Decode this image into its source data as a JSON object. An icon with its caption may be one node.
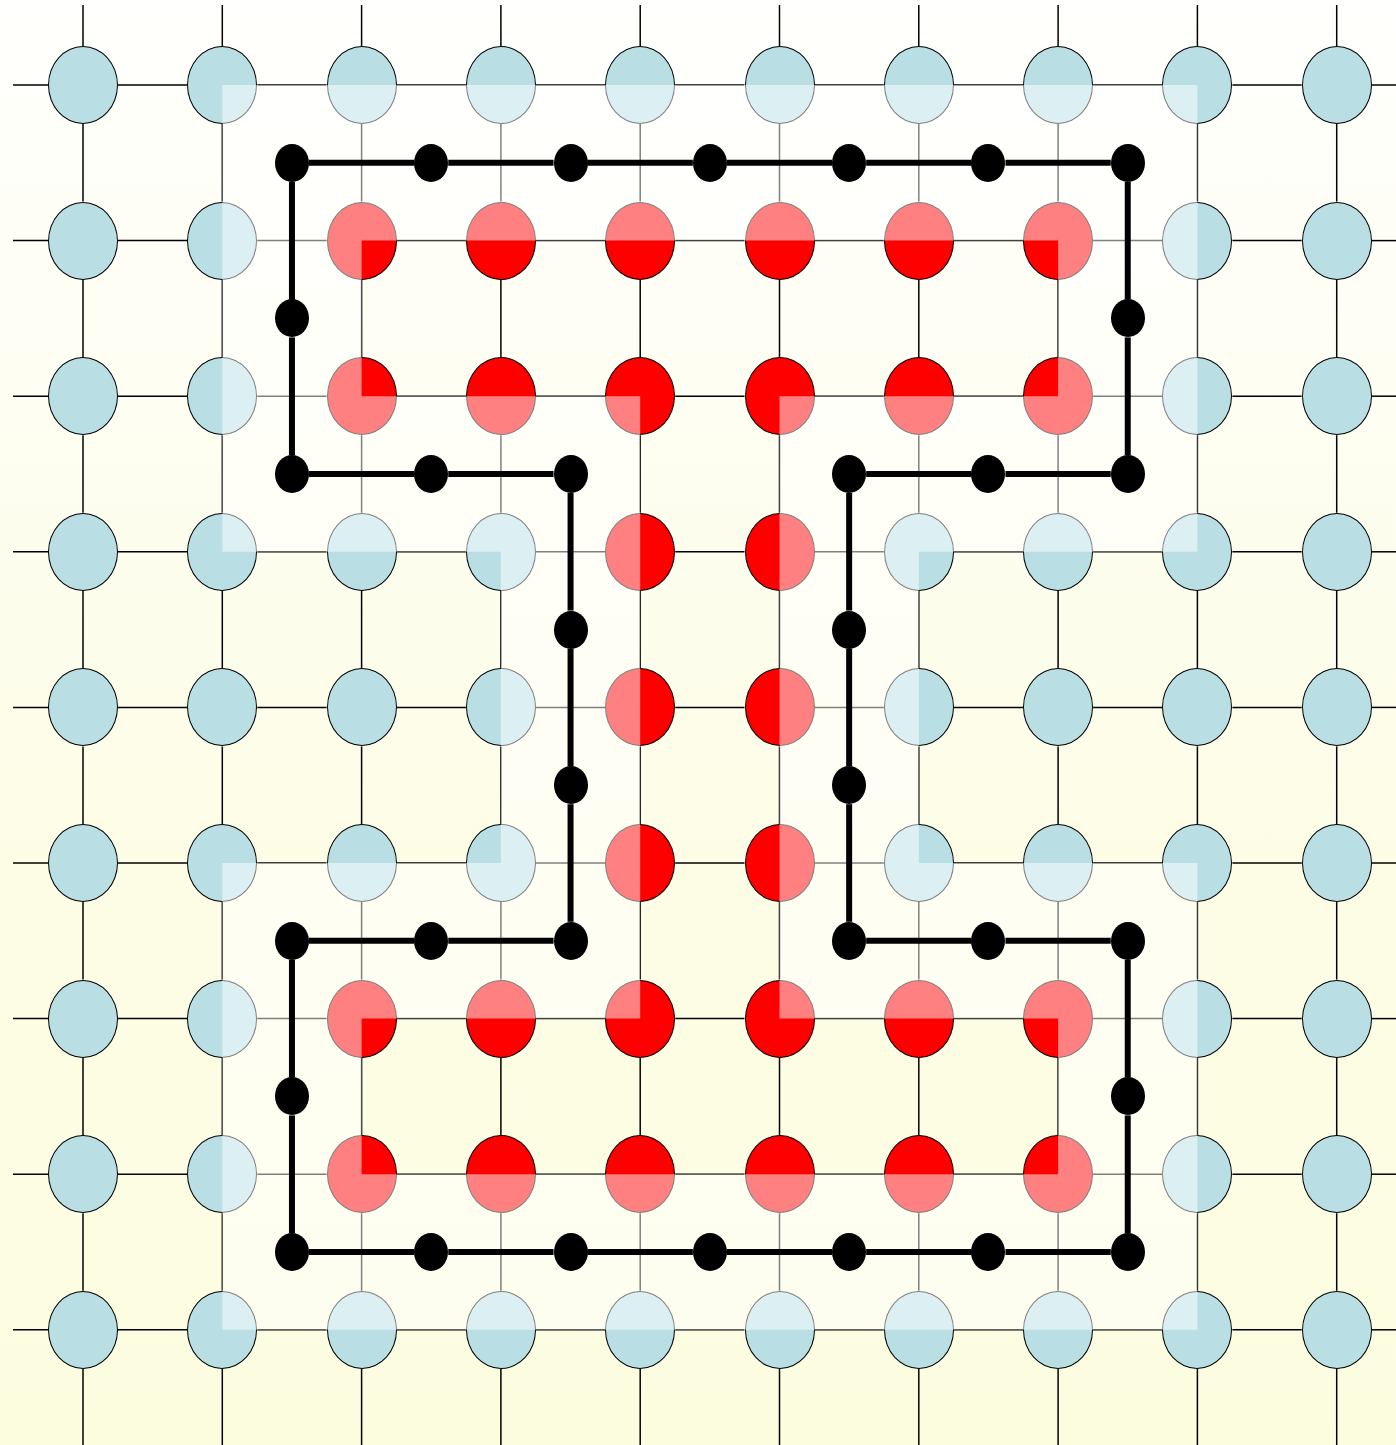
{
  "diagram": {
    "nodes": [
      {
        "text": [],
        "shape": "circle"
      },
      {
        "text": [],
        "shape": "circle"
      },
      {
        "text": [],
        "shape": "circle"
      },
      {
        "text": [],
        "shape": "circle"
      },
      {
        "text": [],
        "shape": "circle"
      },
      {
        "text": [],
        "shape": "circle"
      },
      {
        "text": [],
        "shape": "circle"
      },
      {
        "text": [],
        "shape": "circle"
      },
      {
        "text": [],
        "shape": "circle"
      },
      {
        "text": [],
        "shape": "circle"
      },
      {
        "text": [],
        "shape": "circle"
      },
      {
        "text": [],
        "shape": "circle"
      },
      {
        "text": [],
        "shape": "circle"
      },
      {
        "text": [],
        "shape": "circle"
      },
      {
        "text": [],
        "shape": "circle"
      },
      {
        "text": [],
        "shape": "circle"
      },
      {
        "text": [],
        "shape": "circle"
      },
      {
        "text": [],
        "shape": "circle"
      },
      {
        "text": [],
        "shape": "circle"
      },
      {
        "text": [],
        "shape": "circle"
      },
      {
        "text": [],
        "shape": "circle"
      },
      {
        "text": [],
        "shape": "circle"
      },
      {
        "text": [],
        "shape": "circle"
      },
      {
        "text": [],
        "shape": "circle"
      },
      {
        "text": [],
        "shape": "circle"
      },
      {
        "text": [],
        "shape": "circle"
      },
      {
        "text": [],
        "shape": "circle"
      },
      {
        "text": [],
        "shape": "circle"
      },
      {
        "text": [],
        "shape": "circle"
      },
      {
        "text": [],
        "shape": "circle"
      },
      {
        "text": [],
        "shape": "circle"
      },
      {
        "text": [],
        "shape": "circle"
      },
      {
        "text": [],
        "shape": "circle"
      },
      {
        "text": [],
        "shape": "circle"
      },
      {
        "text": [],
        "shape": "circle"
      },
      {
        "text": [],
        "shape": "circle"
      },
      {
        "text": [],
        "shape": "circle"
      },
      {
        "text": [],
        "shape": "circle"
      },
      {
        "text": [],
        "shape": "circle"
      },
      {
        "text": [],
        "shape": "circle"
      },
      {
        "text": [],
        "shape": "circle"
      },
      {
        "text": [],
        "shape": "circle"
      },
      {
        "text": [],
        "shape": "circle"
      },
      {
        "text": [],
        "shape": "circle"
      },
      {
        "text": [],
        "shape": "circle"
      },
      {
        "text": [],
        "shape": "circle"
      },
      {
        "text": [],
        "shape": "circle"
      },
      {
        "text": [],
        "shape": "circle"
      },
      {
        "text": [],
        "shape": "circle"
      },
      {
        "text": [],
        "shape": "circle"
      },
      {
        "text": [],
        "shape": "circle"
      },
      {
        "text": [],
        "shape": "circle"
      },
      {
        "text": [],
        "shape": "circle"
      },
      {
        "text": [],
        "shape": "circle"
      },
      {
        "text": [],
        "shape": "circle"
      },
      {
        "text": [],
        "shape": "circle"
      },
      {
        "text": [],
        "shape": "circle"
      },
      {
        "text": [],
        "shape": "circle"
      },
      {
        "text": [],
        "shape": "circle"
      },
      {
        "text": [],
        "shape": "circle"
      },
      {
        "text": [],
        "shape": "circle"
      },
      {
        "text": [],
        "shape": "circle"
      },
      {
        "text": [],
        "shape": "circle"
      },
      {
        "text": [],
        "shape": "circle"
      },
      {
        "text": [],
        "shape": "circle"
      },
      {
        "text": [],
        "shape": "circle"
      },
      {
        "text": [],
        "shape": "circle"
      },
      {
        "text": [],
        "shape": "circle"
      },
      {
        "text": [],
        "shape": "circle"
      },
      {
        "text": [],
        "shape": "circle"
      },
      {
        "text": [],
        "shape": "circle"
      },
      {
        "text": [],
        "shape": "circle"
      },
      {
        "text": [],
        "shape": "circle"
      },
      {
        "text": [],
        "shape": "circle"
      },
      {
        "text": [],
        "shape": "circle"
      },
      {
        "text": [],
        "shape": "circle"
      },
      {
        "text": [],
        "shape": "circle"
      },
      {
        "text": [],
        "shape": "circle"
      },
      {
        "text": [],
        "shape": "circle"
      },
      {
        "text": [],
        "shape": "circle"
      },
      {
        "text": [],
        "shape": "circle"
      },
      {
        "text": [],
        "shape": "circle"
      },
      {
        "text": [],
        "shape": "circle"
      },
      {
        "text": [],
        "shape": "circle"
      },
      {
        "text": [],
        "shape": "circle"
      },
      {
        "text": [],
        "shape": "circle"
      },
      {
        "text": [],
        "shape": "circle"
      },
      {
        "text": [],
        "shape": "circle"
      },
      {
        "text": [],
        "shape": "circle"
      },
      {
        "text": [],
        "shape": "circle"
      },
      {
        "text": [],
        "shape": "circle"
      },
      {
        "text": [],
        "shape": "circle"
      },
      {
        "text": [],
        "shape": "circle"
      },
      {
        "text": [],
        "shape": "circle"
      },
      {
        "text": [],
        "shape": "circle"
      },
      {
        "text": [],
        "shape": "circle"
      },
      {
        "text": [],
        "shape": "circle"
      },
      {
        "text": [],
        "shape": "circle"
      },
      {
        "text": [],
        "shape": "circle"
      },
      {
        "text": [],
        "shape": "circle"
      },
      {
        "text": [],
        "shape": "circle"
      },
      {
        "text": [],
        "shape": "circle"
      },
      {
        "text": [],
        "shape": "circle"
      },
      {
        "text": [],
        "shape": "circle"
      },
      {
        "text": [],
        "shape": "circle"
      },
      {
        "text": [],
        "shape": "circle"
      },
      {
        "text": [],
        "shape": "circle"
      },
      {
        "text": [],
        "shape": "circle"
      },
      {
        "text": [],
        "shape": "circle"
      },
      {
        "text": [],
        "shape": "circle"
      },
      {
        "text": [],
        "shape": "circle"
      },
      {
        "text": [],
        "shape": "circle"
      },
      {
        "text": [],
        "shape": "circle"
      },
      {
        "text": [],
        "shape": "circle"
      },
      {
        "text": [],
        "shape": "circle"
      },
      {
        "text": [],
        "shape": "circle"
      },
      {
        "text": [],
        "shape": "circle"
      },
      {
        "text": [],
        "shape": "circle"
      },
      {
        "text": [],
        "shape": "circle"
      },
      {
        "text": [],
        "shape": "circle"
      },
      {
        "text": [],
        "shape": "circle"
      },
      {
        "text": [],
        "shape": "circle"
      },
      {
        "text": [],
        "shape": "circle"
      },
      {
        "text": [],
        "shape": "circle"
      }
    ],
    "edges": [
      {
        "from": null,
        "to": 0,
        "arrow": "none"
      },
      {
        "from": 0,
        "to": 1,
        "arrow": "none"
      },
      {
        "from": 1,
        "to": 2,
        "arrow": "none"
      },
      {
        "from": 2,
        "to": 3,
        "arrow": "none"
      },
      {
        "from": 3,
        "to": 4,
        "arrow": "none"
      },
      {
        "from": 4,
        "to": 5,
        "arrow": "none"
      },
      {
        "from": 5,
        "to": 6,
        "arrow": "none"
      },
      {
        "from": 6,
        "to": 7,
        "arrow": "none"
      },
      {
        "from": 7,
        "to": 8,
        "arrow": "none"
      },
      {
        "from": 8,
        "to": 9,
        "arrow": "none"
      },
      {
        "from": 9,
        "to": null,
        "arrow": "none"
      },
      {
        "from": null,
        "to": 10,
        "arrow": "none"
      },
      {
        "from": 10,
        "to": 11,
        "arrow": "none"
      },
      {
        "from": 11,
        "to": 12,
        "arrow": "none"
      },
      {
        "from": 12,
        "to": 13,
        "arrow": "none"
      },
      {
        "from": 13,
        "to": 14,
        "arrow": "none"
      },
      {
        "from": 14,
        "to": 15,
        "arrow": "none"
      },
      {
        "from": 15,
        "to": 16,
        "arrow": "none"
      },
      {
        "from": 16,
        "to": 17,
        "arrow": "none"
      },
      {
        "from": 17,
        "to": 18,
        "arrow": "none"
      },
      {
        "from": 18,
        "to": 19,
        "arrow": "none"
      },
      {
        "from": 19,
        "to": null,
        "arrow": "none"
      },
      {
        "from": null,
        "to": 20,
        "arrow": "none"
      },
      {
        "from": 20,
        "to": 21,
        "arrow": "none"
      },
      {
        "from": 21,
        "to": 22,
        "arrow": "none"
      },
      {
        "from": 22,
        "to": 23,
        "arrow": "none"
      },
      {
        "from": 23,
        "to": 24,
        "arrow": "none"
      },
      {
        "from": 24,
        "to": 25,
        "arrow": "none"
      },
      {
        "from": 25,
        "to": 26,
        "arrow": "none"
      },
      {
        "from": 26,
        "to": 27,
        "arrow": "none"
      },
      {
        "from": 27,
        "to": 28,
        "arrow": "none"
      },
      {
        "from": 28,
        "to": 29,
        "arrow": "none"
      },
      {
        "from": 29,
        "to": null,
        "arrow": "none"
      },
      {
        "from": null,
        "to": 30,
        "arrow": "none"
      },
      {
        "from": 30,
        "to": 31,
        "arrow": "none"
      },
      {
        "from": 31,
        "to": 32,
        "arrow": "none"
      },
      {
        "from": 32,
        "to": 33,
        "arrow": "none"
      },
      {
        "from": 33,
        "to": 34,
        "arrow": "none"
      },
      {
        "from": 34,
        "to": 35,
        "arrow": "none"
      },
      {
        "from": 35,
        "to": 36,
        "arrow": "none"
      },
      {
        "from": 36,
        "to": 37,
        "arrow": "none"
      },
      {
        "from": 37,
        "to": 38,
        "arrow": "none"
      },
      {
        "from": 38,
        "to": 39,
        "arrow": "none"
      },
      {
        "from": 39,
        "to": null,
        "arrow": "none"
      },
      {
        "from": null,
        "to": 40,
        "arrow": "none"
      },
      {
        "from": 40,
        "to": 41,
        "arrow": "none"
      },
      {
        "from": 41,
        "to": 42,
        "arrow": "none"
      },
      {
        "from": 42,
        "to": 43,
        "arrow": "none"
      },
      {
        "from": 43,
        "to": 44,
        "arrow": "none"
      },
      {
        "from": 44,
        "to": 45,
        "arrow": "none"
      },
      {
        "from": 45,
        "to": 46,
        "arrow": "none"
      },
      {
        "from": 46,
        "to": 47,
        "arrow": "none"
      },
      {
        "from": 47,
        "to": 48,
        "arrow": "none"
      },
      {
        "from": 48,
        "to": 49,
        "arrow": "none"
      },
      {
        "from": 49,
        "to": null,
        "arrow": "none"
      },
      {
        "from": null,
        "to": 50,
        "arrow": "none"
      },
      {
        "from": 50,
        "to": 51,
        "arrow": "none"
      },
      {
        "from": 51,
        "to": 52,
        "arrow": "none"
      },
      {
        "from": 52,
        "to": 53,
        "arrow": "none"
      },
      {
        "from": 53,
        "to": 54,
        "arrow": "none"
      },
      {
        "from": 54,
        "to": 55,
        "arrow": "none"
      },
      {
        "from": 55,
        "to": 56,
        "arrow": "none"
      },
      {
        "from": 56,
        "to": 57,
        "arrow": "none"
      },
      {
        "from": 57,
        "to": 58,
        "arrow": "none"
      },
      {
        "from": 58,
        "to": 59,
        "arrow": "none"
      },
      {
        "from": 59,
        "to": null,
        "arrow": "none"
      },
      {
        "from": null,
        "to": 60,
        "arrow": "none"
      },
      {
        "from": 60,
        "to": 61,
        "arrow": "none"
      },
      {
        "from": 61,
        "to": 62,
        "arrow": "none"
      },
      {
        "from": 62,
        "to": 63,
        "arrow": "none"
      },
      {
        "from": 63,
        "to": 64,
        "arrow": "none"
      },
      {
        "from": 64,
        "to": 65,
        "arrow": "none"
      },
      {
        "from": 65,
        "to": 66,
        "arrow": "none"
      },
      {
        "from": 66,
        "to": 67,
        "arrow": "none"
      },
      {
        "from": 67,
        "to": 68,
        "arrow": "none"
      },
      {
        "from": 68,
        "to": 69,
        "arrow": "none"
      },
      {
        "from": 69,
        "to": null,
        "arrow": "none"
      },
      {
        "from": null,
        "to": 70,
        "arrow": "none"
      },
      {
        "from": 70,
        "to": 71,
        "arrow": "none"
      },
      {
        "from": 71,
        "to": 72,
        "arrow": "none"
      },
      {
        "from": 72,
        "to": 73,
        "arrow": "none"
      },
      {
        "from": 73,
        "to": 74,
        "arrow": "none"
      },
      {
        "from": 74,
        "to": 75,
        "arrow": "none"
      },
      {
        "from": 75,
        "to": 76,
        "arrow": "none"
      },
      {
        "from": 76,
        "to": 77,
        "arrow": "none"
      },
      {
        "from": 77,
        "to": 78,
        "arrow": "none"
      },
      {
        "from": 78,
        "to": 79,
        "arrow": "none"
      },
      {
        "from": 79,
        "to": null,
        "arrow": "none"
      },
      {
        "from": null,
        "to": 80,
        "arrow": "none"
      },
      {
        "from": 80,
        "to": 81,
        "arrow": "none"
      },
      {
        "from": 81,
        "to": 82,
        "arrow": "none"
      },
      {
        "from": 82,
        "to": 83,
        "arrow": "none"
      },
      {
        "from": 83,
        "to": 84,
        "arrow": "none"
      },
      {
        "from": 84,
        "to": 85,
        "arrow": "none"
      },
      {
        "from": 85,
        "to": 86,
        "arrow": "none"
      },
      {
        "from": 86,
        "to": 87,
        "arrow": "none"
      },
      {
        "from": 87,
        "to": 88,
        "arrow": "none"
      },
      {
        "from": 88,
        "to": 89,
        "arrow": "none"
      },
      {
        "from": 89,
        "to": null,
        "arrow": "none"
      },
      {
        "from": null,
        "to": 0,
        "arrow": "none"
      },
      {
        "from": 0,
        "to": 10,
        "arrow": "none"
      },
      {
        "from": 10,
        "to": 20,
        "arrow": "none"
      },
      {
        "from": 20,
        "to": 30,
        "arrow": "none"
      },
      {
        "from": 30,
        "to": 40,
        "arrow": "none"
      },
      {
        "from": 40,
        "to": 50,
        "arrow": "none"
      },
      {
        "from": 50,
        "to": 60,
        "arrow": "none"
      },
      {
        "from": 60,
        "to": 70,
        "arrow": "none"
      },
      {
        "from": 70,
        "to": 80,
        "arrow": "none"
      },
      {
        "from": 80,
        "to": null,
        "arrow": "none"
      },
      {
        "from": null,
        "to": 1,
        "arrow": "none"
      },
      {
        "from": 1,
        "to": 11,
        "arrow": "none"
      },
      {
        "from": 11,
        "to": 21,
        "arrow": "none"
      },
      {
        "from": 21,
        "to": 31,
        "arrow": "none"
      },
      {
        "from": 31,
        "to": 41,
        "arrow": "none"
      },
      {
        "from": 41,
        "to": 51,
        "arrow": "none"
      },
      {
        "from": 51,
        "to": 61,
        "arrow": "none"
      },
      {
        "from": 61,
        "to": 71,
        "arrow": "none"
      },
      {
        "from": 71,
        "to": 81,
        "arrow": "none"
      },
      {
        "from": 81,
        "to": null,
        "arrow": "none"
      },
      {
        "from": null,
        "to": 2,
        "arrow": "none"
      },
      {
        "from": 2,
        "to": 12,
        "arrow": "none"
      },
      {
        "from": 12,
        "to": 22,
        "arrow": "none"
      },
      {
        "from": 22,
        "to": 32,
        "arrow": "none"
      },
      {
        "from": 32,
        "to": 42,
        "arrow": "none"
      },
      {
        "from": 42,
        "to": 52,
        "arrow": "none"
      },
      {
        "from": 52,
        "to": 62,
        "arrow": "none"
      },
      {
        "from": 62,
        "to": 72,
        "arrow": "none"
      },
      {
        "from": 72,
        "to": 82,
        "arrow": "none"
      },
      {
        "from": 82,
        "to": null,
        "arrow": "none"
      },
      {
        "from": null,
        "to": 3,
        "arrow": "none"
      },
      {
        "from": 3,
        "to": 13,
        "arrow": "none"
      },
      {
        "from": 13,
        "to": 23,
        "arrow": "none"
      },
      {
        "from": 23,
        "to": 33,
        "arrow": "none"
      },
      {
        "from": 33,
        "to": 43,
        "arrow": "none"
      },
      {
        "from": 43,
        "to": 53,
        "arrow": "none"
      },
      {
        "from": 53,
        "to": 63,
        "arrow": "none"
      },
      {
        "from": 63,
        "to": 73,
        "arrow": "none"
      },
      {
        "from": 73,
        "to": 83,
        "arrow": "none"
      },
      {
        "from": 83,
        "to": null,
        "arrow": "none"
      },
      {
        "from": null,
        "to": 4,
        "arrow": "none"
      },
      {
        "from": 4,
        "to": 14,
        "arrow": "none"
      },
      {
        "from": 14,
        "to": 24,
        "arrow": "none"
      },
      {
        "from": 24,
        "to": 34,
        "arrow": "none"
      },
      {
        "from": 34,
        "to": 44,
        "arrow": "none"
      },
      {
        "from": 44,
        "to": 54,
        "arrow": "none"
      },
      {
        "from": 54,
        "to": 64,
        "arrow": "none"
      },
      {
        "from": 64,
        "to": 74,
        "arrow": "none"
      },
      {
        "from": 74,
        "to": 84,
        "arrow": "none"
      },
      {
        "from": 84,
        "to": null,
        "arrow": "none"
      },
      {
        "from": null,
        "to": 5,
        "arrow": "none"
      },
      {
        "from": 5,
        "to": 15,
        "arrow": "none"
      },
      {
        "from": 15,
        "to": 25,
        "arrow": "none"
      },
      {
        "from": 25,
        "to": 35,
        "arrow": "none"
      },
      {
        "from": 35,
        "to": 45,
        "arrow": "none"
      },
      {
        "from": 45,
        "to": 55,
        "arrow": "none"
      },
      {
        "from": 55,
        "to": 65,
        "arrow": "none"
      },
      {
        "from": 65,
        "to": 75,
        "arrow": "none"
      },
      {
        "from": 75,
        "to": 85,
        "arrow": "none"
      },
      {
        "from": 85,
        "to": null,
        "arrow": "none"
      },
      {
        "from": null,
        "to": 6,
        "arrow": "none"
      },
      {
        "from": 6,
        "to": 16,
        "arrow": "none"
      },
      {
        "from": 16,
        "to": 26,
        "arrow": "none"
      },
      {
        "from": 26,
        "to": 36,
        "arrow": "none"
      },
      {
        "from": 36,
        "to": 46,
        "arrow": "none"
      },
      {
        "from": 46,
        "to": 56,
        "arrow": "none"
      },
      {
        "from": 56,
        "to": 66,
        "arrow": "none"
      },
      {
        "from": 66,
        "to": 76,
        "arrow": "none"
      },
      {
        "from": 76,
        "to": 86,
        "arrow": "none"
      },
      {
        "from": 86,
        "to": null,
        "arrow": "none"
      },
      {
        "from": null,
        "to": 7,
        "arrow": "none"
      },
      {
        "from": 7,
        "to": 17,
        "arrow": "none"
      },
      {
        "from": 17,
        "to": 27,
        "arrow": "none"
      },
      {
        "from": 27,
        "to": 37,
        "arrow": "none"
      },
      {
        "from": 37,
        "to": 47,
        "arrow": "none"
      },
      {
        "from": 47,
        "to": 57,
        "arrow": "none"
      },
      {
        "from": 57,
        "to": 67,
        "arrow": "none"
      },
      {
        "from": 67,
        "to": 77,
        "arrow": "none"
      },
      {
        "from": 77,
        "to": 87,
        "arrow": "none"
      },
      {
        "from": 87,
        "to": null,
        "arrow": "none"
      },
      {
        "from": null,
        "to": 8,
        "arrow": "none"
      },
      {
        "from": 8,
        "to": 18,
        "arrow": "none"
      },
      {
        "from": 18,
        "to": 28,
        "arrow": "none"
      },
      {
        "from": 28,
        "to": 38,
        "arrow": "none"
      },
      {
        "from": 38,
        "to": 48,
        "arrow": "none"
      },
      {
        "from": 48,
        "to": 58,
        "arrow": "none"
      },
      {
        "from": 58,
        "to": 68,
        "arrow": "none"
      },
      {
        "from": 68,
        "to": 78,
        "arrow": "none"
      },
      {
        "from": 78,
        "to": 88,
        "arrow": "none"
      },
      {
        "from": 88,
        "to": null,
        "arrow": "none"
      },
      {
        "from": null,
        "to": 9,
        "arrow": "none"
      },
      {
        "from": 9,
        "to": 19,
        "arrow": "none"
      },
      {
        "from": 19,
        "to": 29,
        "arrow": "none"
      },
      {
        "from": 29,
        "to": 39,
        "arrow": "none"
      },
      {
        "from": 39,
        "to": 49,
        "arrow": "none"
      },
      {
        "from": 49,
        "to": 59,
        "arrow": "none"
      },
      {
        "from": 59,
        "to": 69,
        "arrow": "none"
      },
      {
        "from": 69,
        "to": 79,
        "arrow": "none"
      },
      {
        "from": 79,
        "to": 89,
        "arrow": "none"
      },
      {
        "from": 89,
        "to": null,
        "arrow": "none"
      },
      {
        "from": 90,
        "to": 91,
        "arrow": "none",
        "style": "thick"
      },
      {
        "from": 91,
        "to": 92,
        "arrow": "none",
        "style": "thick"
      },
      {
        "from": 92,
        "to": 93,
        "arrow": "none",
        "style": "thick"
      },
      {
        "from": 93,
        "to": 94,
        "arrow": "none",
        "style": "thick"
      },
      {
        "from": 94,
        "to": 95,
        "arrow": "none",
        "style": "thick"
      },
      {
        "from": 95,
        "to": 96,
        "arrow": "none",
        "style": "thick"
      },
      {
        "from": 96,
        "to": 97,
        "arrow": "none",
        "style": "thick"
      },
      {
        "from": 97,
        "to": 98,
        "arrow": "none",
        "style": "thick"
      },
      {
        "from": 98,
        "to": 99,
        "arrow": "none",
        "style": "thick"
      },
      {
        "from": 99,
        "to": 100,
        "arrow": "none",
        "style": "thick"
      },
      {
        "from": 100,
        "to": 101,
        "arrow": "none",
        "style": "thick"
      },
      {
        "from": 101,
        "to": 102,
        "arrow": "none",
        "style": "thick"
      },
      {
        "from": 102,
        "to": 103,
        "arrow": "none",
        "style": "thick"
      },
      {
        "from": 103,
        "to": 104,
        "arrow": "none",
        "style": "thick"
      },
      {
        "from": 104,
        "to": 105,
        "arrow": "none",
        "style": "thick"
      },
      {
        "from": 105,
        "to": 106,
        "arrow": "none",
        "style": "thick"
      },
      {
        "from": 106,
        "to": 107,
        "arrow": "none",
        "style": "thick"
      },
      {
        "from": 107,
        "to": 108,
        "arrow": "none",
        "style": "thick"
      },
      {
        "from": 108,
        "to": 109,
        "arrow": "none",
        "style": "thick"
      },
      {
        "from": 109,
        "to": 110,
        "arrow": "none",
        "style": "thick"
      },
      {
        "from": 110,
        "to": 111,
        "arrow": "none",
        "style": "thick"
      },
      {
        "from": 111,
        "to": 112,
        "arrow": "none",
        "style": "thick"
      },
      {
        "from": 112,
        "to": 113,
        "arrow": "none",
        "style": "thick"
      },
      {
        "from": 113,
        "to": 114,
        "arrow": "none",
        "style": "thick"
      },
      {
        "from": 114,
        "to": 115,
        "arrow": "none",
        "style": "thick"
      },
      {
        "from": 115,
        "to": 116,
        "arrow": "none",
        "style": "thick"
      },
      {
        "from": 116,
        "to": 117,
        "arrow": "none",
        "style": "thick"
      },
      {
        "from": 117,
        "to": 118,
        "arrow": "none",
        "style": "thick"
      },
      {
        "from": 118,
        "to": 119,
        "arrow": "none",
        "style": "thick"
      },
      {
        "from": 119,
        "to": 120,
        "arrow": "none",
        "style": "thick"
      },
      {
        "from": 120,
        "to": 121,
        "arrow": "none",
        "style": "thick"
      },
      {
        "from": 121,
        "to": 122,
        "arrow": "none",
        "style": "thick"
      },
      {
        "from": 122,
        "to": 123,
        "arrow": "none",
        "style": "thick"
      },
      {
        "from": 123,
        "to": 90,
        "arrow": "none",
        "style": "thick"
      }
    ]
  }
}
